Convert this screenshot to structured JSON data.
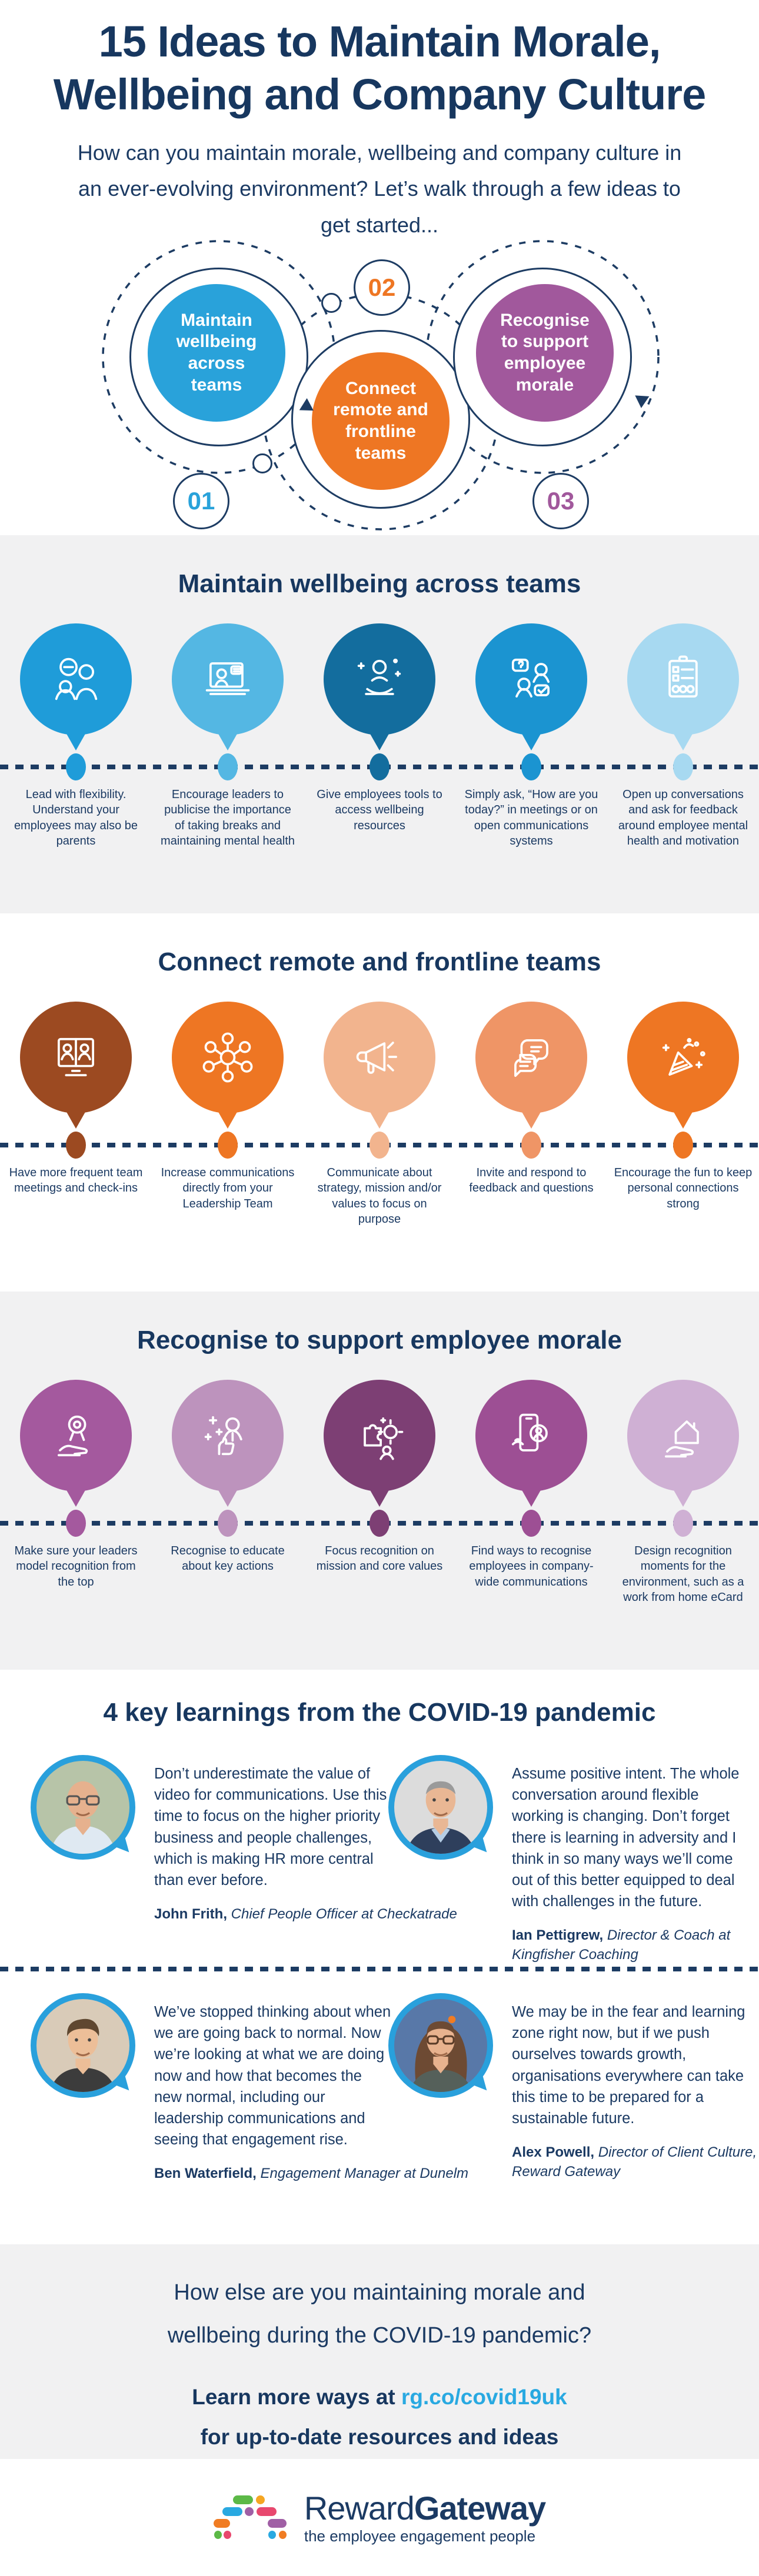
{
  "colors": {
    "navy": "#1b3a63",
    "title_navy": "#17375f",
    "gray_bg": "#f1f1f2",
    "dash": "#1d3c63",
    "link": "#29a9e1",
    "avatar_ring": "#29a0dc"
  },
  "header": {
    "title": "15 Ideas to Maintain Morale,\nWellbeing and Company Culture",
    "intro": "How can you maintain morale, wellbeing and company culture in\nan ever-evolving environment? Let’s walk through a few ideas to\nget started..."
  },
  "diagram": {
    "steps": [
      {
        "num": "01",
        "label": "Maintain wellbeing across teams",
        "color": "#29a2da"
      },
      {
        "num": "02",
        "label": "Connect remote and frontline teams",
        "color": "#ee7623"
      },
      {
        "num": "03",
        "label": "Recognise to support employee morale",
        "color": "#a1589c"
      }
    ]
  },
  "sections": [
    {
      "title": "Maintain wellbeing across teams",
      "items": [
        {
          "icon": "family-icon",
          "color": "#1f9cd9",
          "caption": "Lead with flexibility. Understand your employees may also be parents"
        },
        {
          "icon": "leader-video-icon",
          "color": "#54b7e3",
          "caption": "Encourage leaders to publicise the importance of taking breaks and maintaining mental health"
        },
        {
          "icon": "meditation-icon",
          "color": "#136d9e",
          "caption": "Give employees tools to access wellbeing resources"
        },
        {
          "icon": "check-in-question-icon",
          "color": "#1b94d1",
          "caption": "Simply ask, “How are you today?” in meetings or on open communications systems"
        },
        {
          "icon": "feedback-survey-icon",
          "color": "#a7d9f1",
          "caption": "Open up conversations and ask for feedback around employee mental health and motivation"
        }
      ]
    },
    {
      "title": "Connect remote and frontline teams",
      "items": [
        {
          "icon": "video-meeting-icon",
          "color": "#9c4a21",
          "caption": "Have more frequent team meetings and check-ins"
        },
        {
          "icon": "network-people-icon",
          "color": "#ee7623",
          "caption": "Increase communications directly from your Leadership Team"
        },
        {
          "icon": "megaphone-icon",
          "color": "#f2b48e",
          "caption": "Communicate about strategy, mission and/or values to focus on purpose"
        },
        {
          "icon": "chat-bubbles-icon",
          "color": "#ef9566",
          "caption": "Invite and respond to feedback and questions"
        },
        {
          "icon": "party-popper-icon",
          "color": "#ee7623",
          "caption": "Encourage the fun to keep personal connections strong"
        }
      ]
    },
    {
      "title": "Recognise to support employee morale",
      "items": [
        {
          "icon": "award-hand-icon",
          "color": "#a4599e",
          "caption": "Make sure your leaders model recognition from the top"
        },
        {
          "icon": "recognition-stars-icon",
          "color": "#bd93bd",
          "caption": "Recognise to educate about key actions"
        },
        {
          "icon": "puzzle-gear-icon",
          "color": "#7d3f74",
          "caption": "Focus recognition on mission and core values"
        },
        {
          "icon": "phone-recognition-icon",
          "color": "#9d4f94",
          "caption": "Find ways to recognise employees in company-wide communications"
        },
        {
          "icon": "home-ecard-icon",
          "color": "#cfb0d4",
          "caption": "Design recognition moments for the environment, such as a work from home eCard"
        }
      ]
    }
  ],
  "learnings": {
    "title": "4 key learnings from the COVID-19 pandemic",
    "quotes": [
      {
        "text": "Don’t underestimate the value of video for communications. Use this time to focus on the higher priority business and people challenges, which is making HR more central than ever before.",
        "name": "John Frith,",
        "role": "Chief People Officer at Checkatrade"
      },
      {
        "text": "Assume positive intent. The whole conversation around flexible working is changing. Don’t forget there is learning in adversity and I think in so many ways we’ll come out of this better equipped to deal with challenges in the future.",
        "name": "Ian Pettigrew,",
        "role": "Director & Coach at Kingfisher Coaching"
      },
      {
        "text": "We’ve stopped thinking about when we are going back to normal. Now we’re looking at what we are doing now and how that becomes the new normal, including our leadership communications and seeing that engagement rise.",
        "name": "Ben Waterfield,",
        "role": "Engagement Manager at Dunelm"
      },
      {
        "text": "We may be in the fear and learning zone right now, but if we push ourselves towards growth, organisations everywhere can take this time to be prepared for a sustainable future.",
        "name": "Alex Powell,",
        "role": "Director of Client Culture, Reward Gateway"
      }
    ]
  },
  "cta": {
    "question": "How else are you maintaining morale and\nwellbeing during the COVID-19 pandemic?",
    "learn_prefix": "Learn more ways at ",
    "learn_link": "rg.co/covid19uk",
    "learn_suffix": "for up-to-date resources and ideas"
  },
  "footer": {
    "brand_reward": "Reward",
    "brand_gateway": "Gateway",
    "tagline": "the employee engagement people",
    "logo_colors": {
      "green": "#5cb947",
      "yellow": "#f5a623",
      "blue": "#29a9e1",
      "pink": "#e8486e",
      "purple": "#a05fa5",
      "orange": "#f07c23"
    }
  }
}
